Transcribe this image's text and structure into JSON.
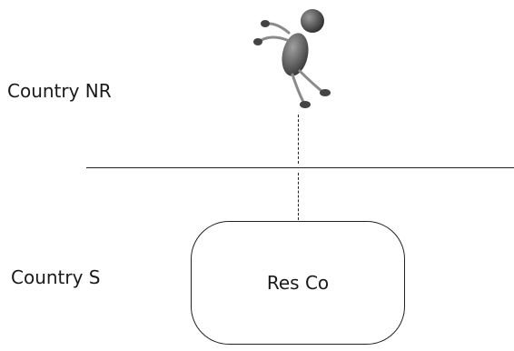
{
  "diagram": {
    "top_label": "Country NR",
    "bottom_label": "Country S",
    "box_label": "Res Co",
    "figure_icon": "person-figure-icon",
    "colors": {
      "line": "#222222",
      "figure_dark": "#3a3a3a",
      "figure_light": "#9a9a9a",
      "text": "#1a1a1a"
    }
  }
}
